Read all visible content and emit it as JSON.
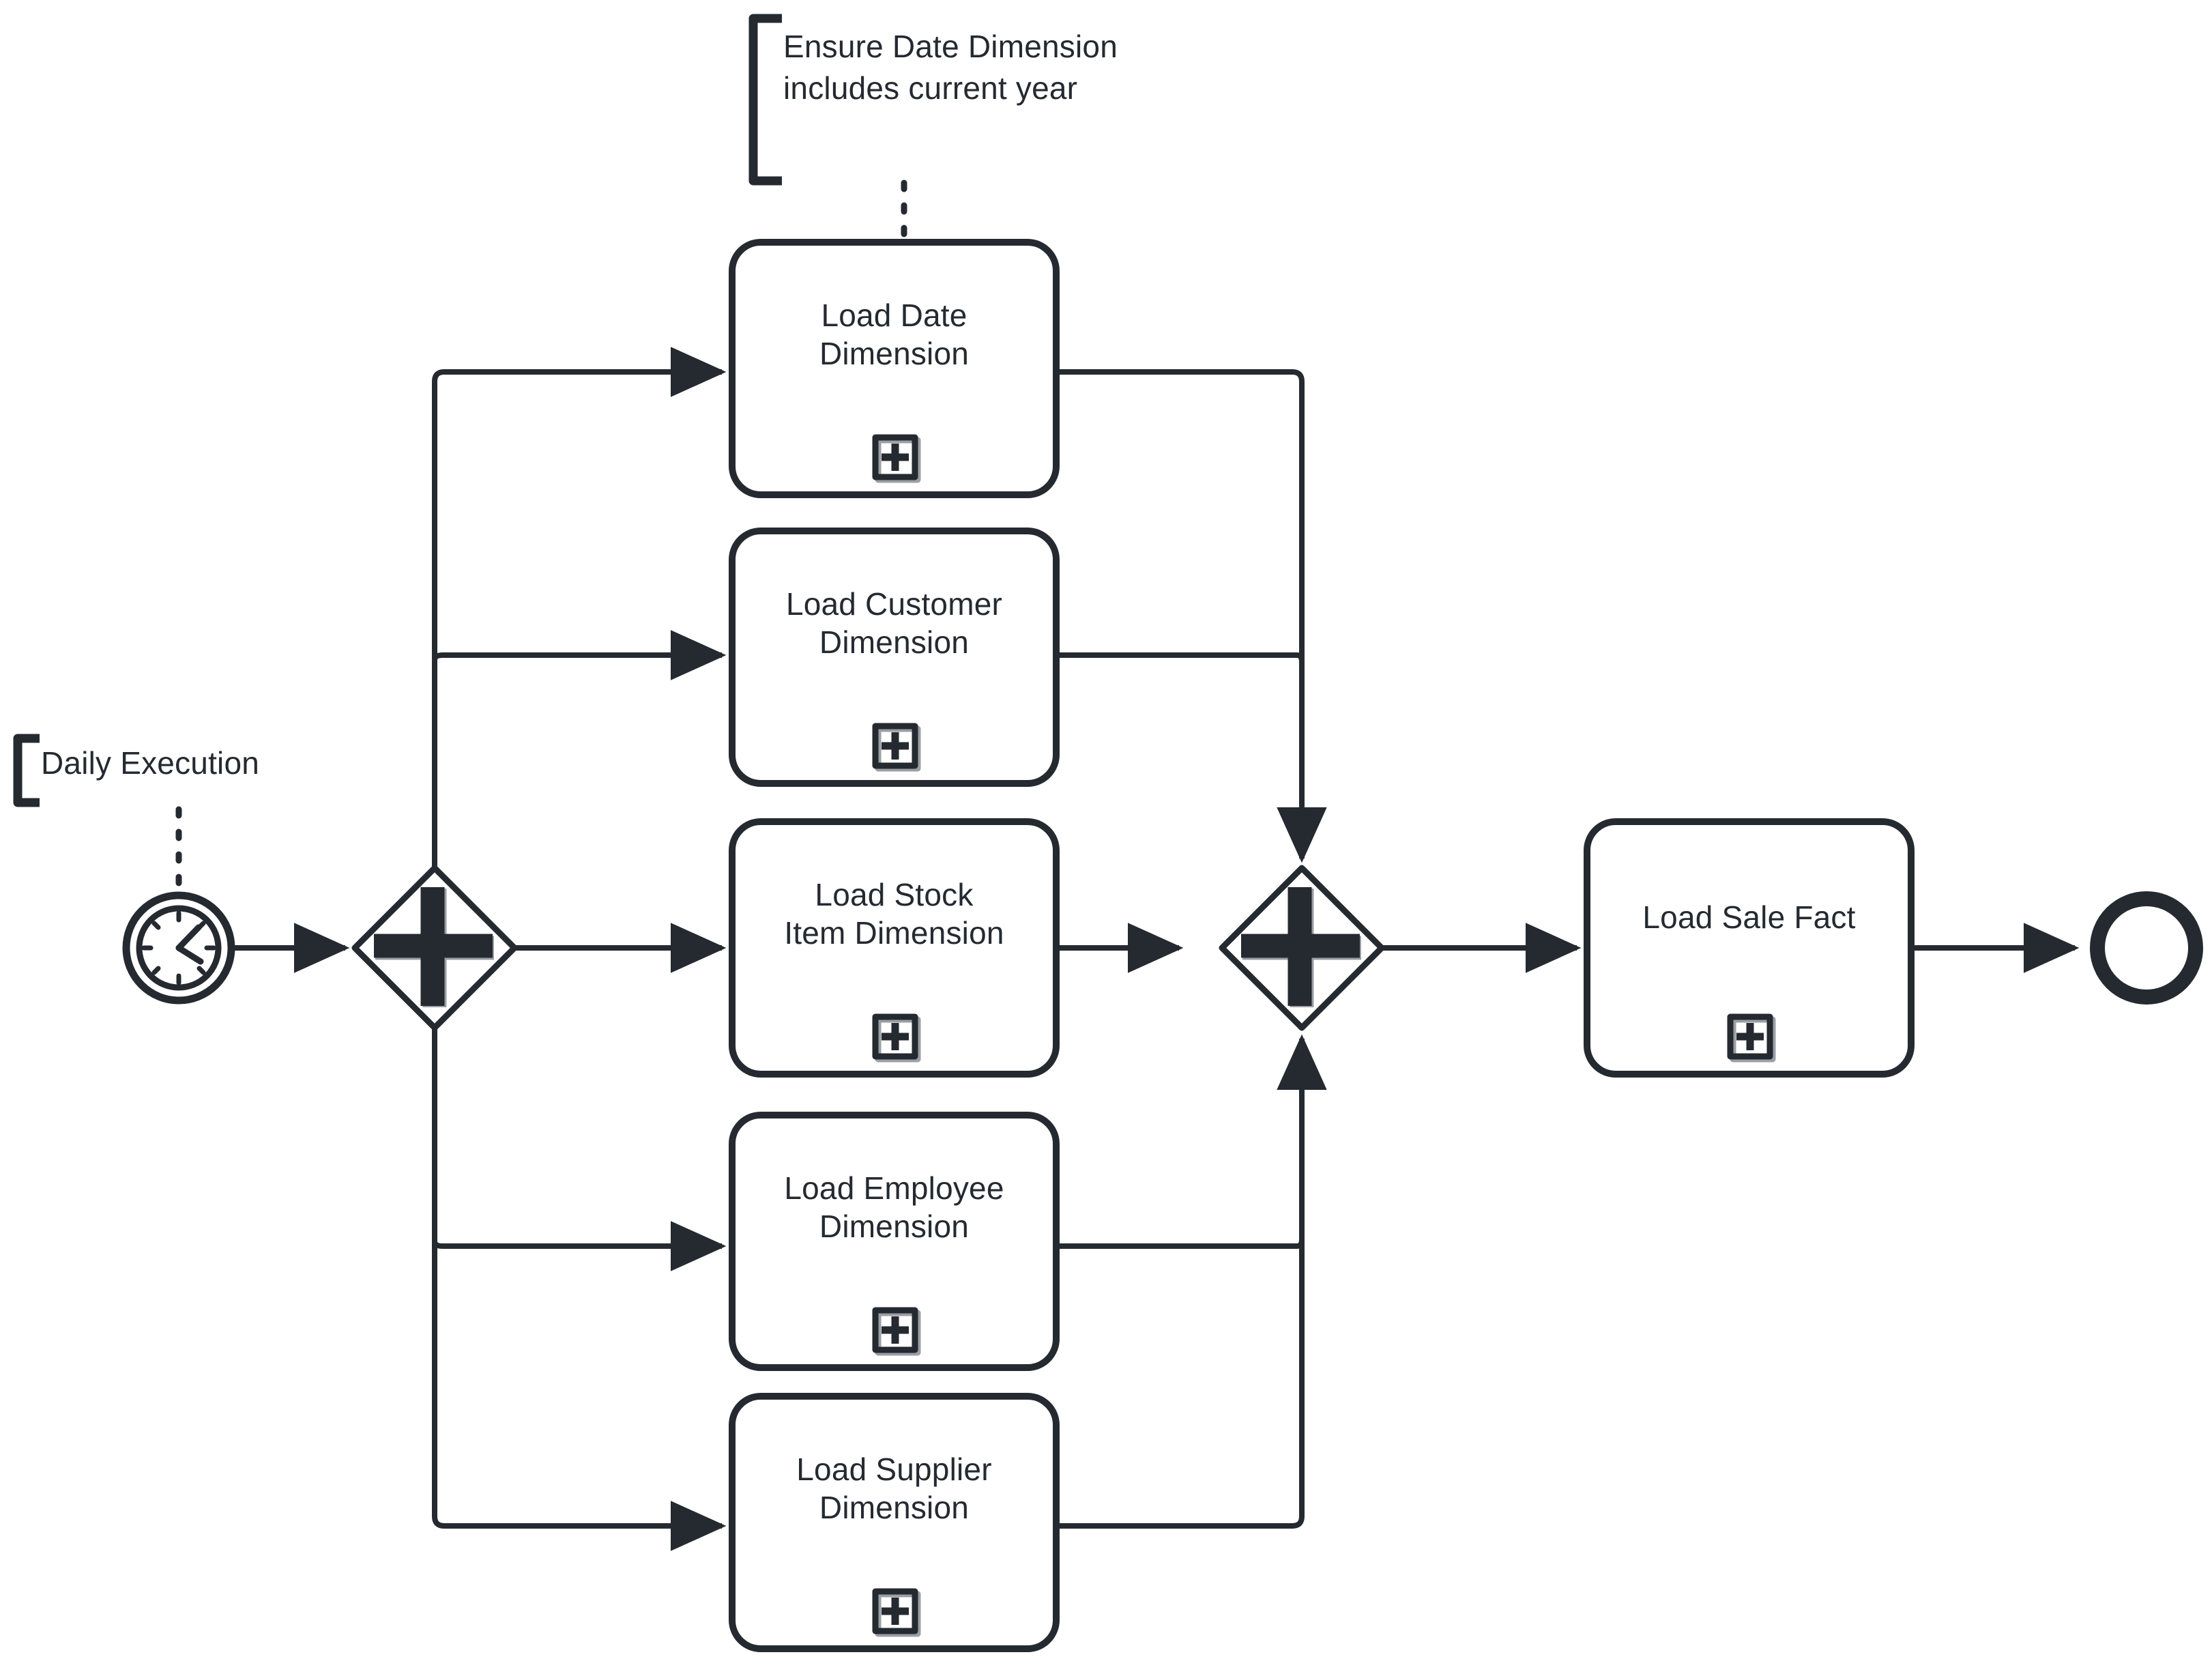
{
  "diagram": {
    "type": "bpmn-process",
    "title": "Daily data warehouse load process",
    "colors": {
      "stroke": "#252a31",
      "text": "#252a31",
      "background": "#ffffff",
      "marker_shadow": "#9a9ea5"
    }
  },
  "annotations": [
    {
      "id": "anno-daily-execution",
      "text": "Daily Execution",
      "attached_to": "timer-start-event",
      "connector": "dotted-association"
    },
    {
      "id": "anno-date-dimension-note",
      "text": "Ensure Date Dimension\nincludes current year",
      "attached_to": "task-load-date-dimension",
      "connector": "dotted-association"
    }
  ],
  "events": [
    {
      "id": "timer-start-event",
      "kind": "start-timer",
      "icon": "clock-icon",
      "label": ""
    },
    {
      "id": "end-event",
      "kind": "end",
      "icon": "end-event-circle",
      "label": ""
    }
  ],
  "gateways": [
    {
      "id": "parallel-split-gateway",
      "kind": "parallel",
      "icon": "plus-icon",
      "label": ""
    },
    {
      "id": "parallel-join-gateway",
      "kind": "parallel",
      "icon": "plus-icon",
      "label": ""
    }
  ],
  "tasks": [
    {
      "id": "task-load-date-dimension",
      "label": "Load Date\nDimension",
      "marker": "subprocess-expand-icon"
    },
    {
      "id": "task-load-customer-dimension",
      "label": "Load Customer\nDimension",
      "marker": "subprocess-expand-icon"
    },
    {
      "id": "task-load-stock-item-dimension",
      "label": "Load Stock\nItem Dimension",
      "marker": "subprocess-expand-icon"
    },
    {
      "id": "task-load-employee-dimension",
      "label": "Load Employee\nDimension",
      "marker": "subprocess-expand-icon"
    },
    {
      "id": "task-load-supplier-dimension",
      "label": "Load Supplier\nDimension",
      "marker": "subprocess-expand-icon"
    },
    {
      "id": "task-load-sale-fact",
      "label": "Load Sale Fact",
      "marker": "subprocess-expand-icon"
    }
  ],
  "flows": [
    {
      "from": "timer-start-event",
      "to": "parallel-split-gateway"
    },
    {
      "from": "parallel-split-gateway",
      "to": "task-load-date-dimension"
    },
    {
      "from": "parallel-split-gateway",
      "to": "task-load-customer-dimension"
    },
    {
      "from": "parallel-split-gateway",
      "to": "task-load-stock-item-dimension"
    },
    {
      "from": "parallel-split-gateway",
      "to": "task-load-employee-dimension"
    },
    {
      "from": "parallel-split-gateway",
      "to": "task-load-supplier-dimension"
    },
    {
      "from": "task-load-date-dimension",
      "to": "parallel-join-gateway"
    },
    {
      "from": "task-load-customer-dimension",
      "to": "parallel-join-gateway"
    },
    {
      "from": "task-load-stock-item-dimension",
      "to": "parallel-join-gateway"
    },
    {
      "from": "task-load-employee-dimension",
      "to": "parallel-join-gateway"
    },
    {
      "from": "task-load-supplier-dimension",
      "to": "parallel-join-gateway"
    },
    {
      "from": "parallel-join-gateway",
      "to": "task-load-sale-fact"
    },
    {
      "from": "task-load-sale-fact",
      "to": "end-event"
    }
  ]
}
